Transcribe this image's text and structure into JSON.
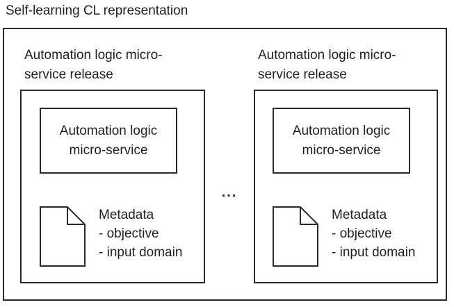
{
  "title": "Self-learning CL representation",
  "ellipsis": "...",
  "colors": {
    "line": "#2a2a2a",
    "text": "#1f1f1f",
    "background": "#ffffff"
  },
  "releases": [
    {
      "label": "Automation logic micro-service release",
      "service_box_label": "Automation logic micro-service",
      "metadata": {
        "title": "Metadata",
        "items": [
          "- objective",
          "- input domain"
        ]
      },
      "icon": "document-icon"
    },
    {
      "label": "Automation logic micro-service release",
      "service_box_label": "Automation logic micro-service",
      "metadata": {
        "title": "Metadata",
        "items": [
          "- objective",
          "- input domain"
        ]
      },
      "icon": "document-icon"
    }
  ]
}
